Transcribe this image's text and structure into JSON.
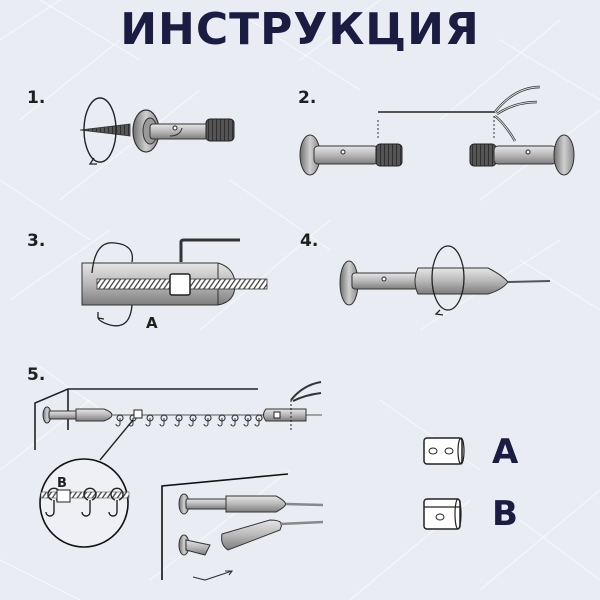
{
  "title": "ИНСТРУКЦИЯ",
  "colors": {
    "background": "#e9ecf3",
    "title": "#1a1c42",
    "metal_light": "#c9c9c9",
    "metal_dark": "#555555",
    "outline": "#222222"
  },
  "steps": [
    {
      "number": "1.",
      "illustration": "screw-bracket-into-wall"
    },
    {
      "number": "2.",
      "illustration": "cut-cable-to-length-with-pliers"
    },
    {
      "number": "3.",
      "illustration": "tighten-tensioner-with-hex-key",
      "label": "A"
    },
    {
      "number": "4.",
      "illustration": "twist-tensioner-onto-bracket"
    },
    {
      "number": "5.",
      "illustration": "mount-cable-with-hooks",
      "detail_label": "B"
    }
  ],
  "legend": [
    {
      "letter": "A",
      "part": "clamp-two-holes"
    },
    {
      "letter": "B",
      "part": "clamp-one-hole"
    }
  ]
}
